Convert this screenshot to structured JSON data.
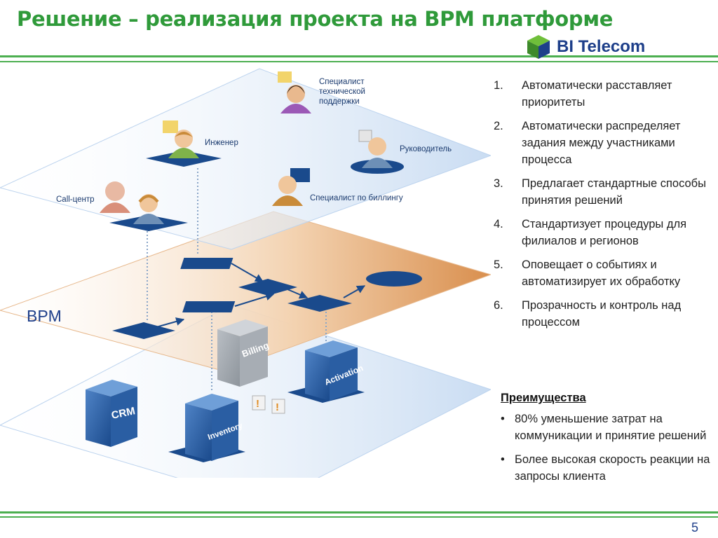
{
  "title": "Решение – реализация проекта на BPM платформе",
  "logo": {
    "text": "BI Telecom"
  },
  "diagram": {
    "roles": {
      "support": [
        "Специалист",
        "технической",
        "поддержки"
      ],
      "engineer": "Инженер",
      "manager": "Руководитель",
      "callcenter": "Call-центр",
      "billing_specialist": "Специалист по биллингу"
    },
    "layer_label": "BPM",
    "systems": {
      "billing": "Billing",
      "activation": "Activation",
      "crm": "CRM",
      "inventory": "Inventory"
    },
    "alert_glyph": "!"
  },
  "steps": [
    {
      "num": "1.",
      "text": "Автоматически расставляет приоритеты"
    },
    {
      "num": "2.",
      "text": "Автоматически распределяет задания между участниками процесса"
    },
    {
      "num": "3.",
      "text": "Предлагает стандартные способы принятия решений"
    },
    {
      "num": "4.",
      "text": "Стандартизует процедуры для филиалов и регионов"
    },
    {
      "num": "5.",
      "text": "Оповещает о событиях и автоматизирует их обработку"
    },
    {
      "num": "6.",
      "text": "Прозрачность и контроль над процессом"
    }
  ],
  "advantages": {
    "title": "Преимущества",
    "items": [
      {
        "bullet": "•",
        "text": "80% уменьшение затрат на коммуникации и принятие решений"
      },
      {
        "bullet": "•",
        "text": "Более высокая скорость реакции на запросы клиента"
      }
    ]
  },
  "page_number": "5",
  "colors": {
    "accent_green": "#2f9a3a",
    "brand_blue": "#1e3f8a",
    "bpm_orange": "#e8b98a",
    "layer_blue": "#dce8f6"
  }
}
